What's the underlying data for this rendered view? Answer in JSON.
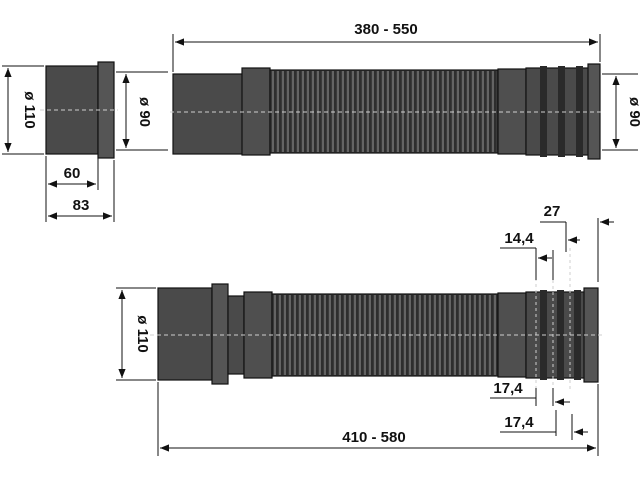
{
  "drawing": {
    "colors": {
      "pipe_body": "#4a4a4a",
      "pipe_dark": "#2a2a2a",
      "pipe_light": "#6a6a6a",
      "line": "#111111",
      "centerline": "#cfcfcf"
    },
    "top": {
      "cap": {
        "diameter_label": "ø 110",
        "inner_diameter_label": "ø 90",
        "width_inner_label": "60",
        "width_outer_label": "83"
      },
      "hose": {
        "length_label": "380 - 550",
        "right_diameter_label": "ø 90"
      }
    },
    "bottom": {
      "diameter_label": "ø 110",
      "length_label": "410 - 580",
      "dim_27": "27",
      "dim_14_4": "14,4",
      "dim_17_4_a": "17,4",
      "dim_17_4_b": "17,4"
    }
  }
}
